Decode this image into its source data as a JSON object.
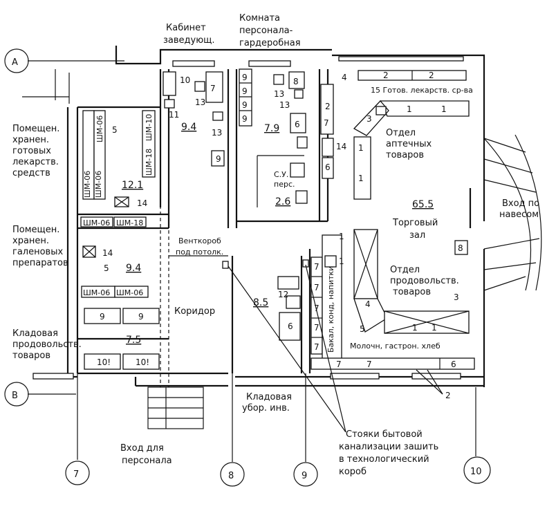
{
  "axes": {
    "rows": [
      "A",
      "B"
    ],
    "cols": [
      "7",
      "8",
      "9",
      "10"
    ]
  },
  "rooms": {
    "director_office": "Кабинет заведующ.",
    "staff_room": "Комната персонала-гардеробная",
    "ready_drugs_storage": "Помещен. хранен. готовых лекарств. средств",
    "galenic_storage": "Помещен. хранен. галеновых препаратов",
    "food_pantry": "Кладовая продовольств. товаров",
    "corridor": "Коридор",
    "vent_duct": "Венткороб под потолок.",
    "pharmacy_dept": "Отдел аптечных товаров",
    "trading_hall": "Торговый зал",
    "food_dept": "Отдел продовольств. товаров",
    "wc": "С.У. перс.",
    "cleaning_storage": "Кладовая убор. инв.",
    "staff_entrance": "Вход для персонала",
    "canopy_entrance": "Вход по навесом",
    "sewer_note": "Стояки бытовой канализации зашить в технологический короб",
    "ready_shelf": "Готов. лекарств. ср-ва",
    "grocery_vertical": "Бакал, конд, напитки",
    "dairy_row": "Молочн, гастрон. хлеб"
  },
  "areas": {
    "office": "9.4",
    "staff": "7.9",
    "wc": "2.6",
    "hall": "65.5",
    "drugs_storage": "12.1",
    "galenic": "9.4",
    "pantry": "7.5",
    "cleaning": "8.5"
  },
  "equipment": {
    "wm06": "ШМ-06",
    "wm18": "ШМ-18",
    "wm10": "ШМ-10",
    "n1": "1",
    "n2": "2",
    "n3": "3",
    "n4": "4",
    "n5": "5",
    "n6": "6",
    "n7": "7",
    "n8": "8",
    "n9": "9",
    "n10": "10",
    "n101": "10!",
    "n11": "11",
    "n12": "12",
    "n13": "13",
    "n14": "14",
    "n15": "15"
  }
}
